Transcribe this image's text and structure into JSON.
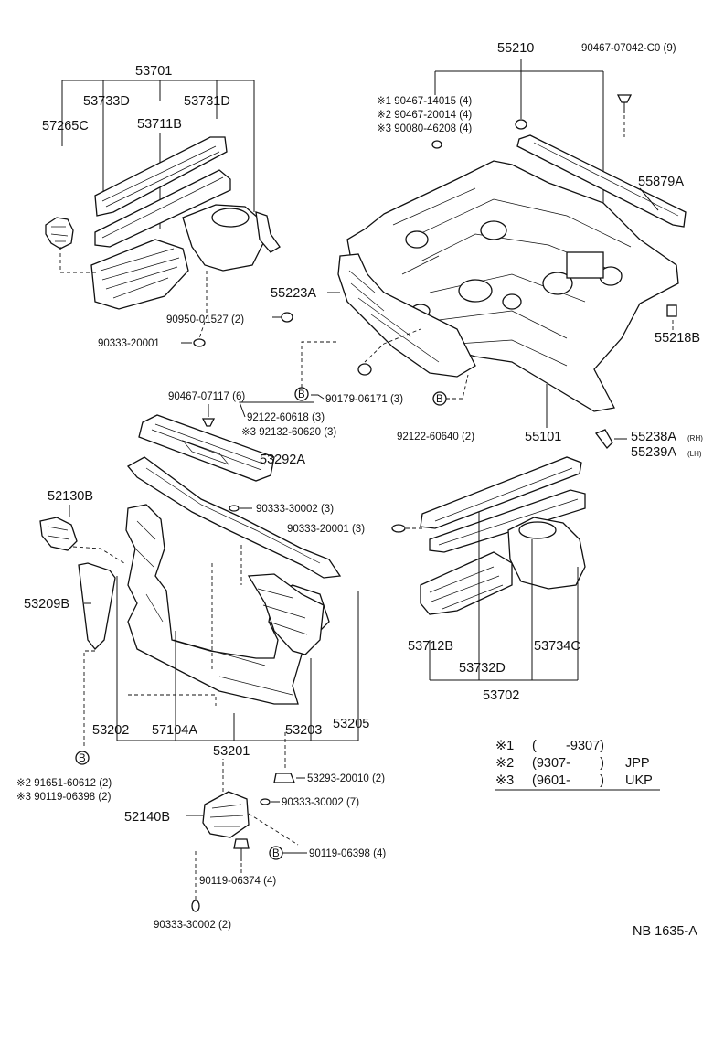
{
  "diagram_id": "NB 1635-A",
  "parts": {
    "p53701": "53701",
    "p53733D": "53733D",
    "p53731D": "53731D",
    "p57265C": "57265C",
    "p53711B": "53711B",
    "p55210": "55210",
    "p90467_07042": "90467-07042-C0 (9)",
    "n1_label": "※1 90467-14015 (4)",
    "n2_label": "※2 90467-20014 (4)",
    "n3_label": "※3 90080-46208 (4)",
    "p55879A": "55879A",
    "p55223A": "55223A",
    "p90950": "90950-01527 (2)",
    "p55218B": "55218B",
    "p90333_20001a": "90333-20001",
    "p90467_07117": "90467-07117 (6)",
    "p90179": "90179-06171 (3)",
    "p92122_60618": "92122-60618 (3)",
    "p92132_60620": "※3 92132-60620 (3)",
    "p92122_60640": "92122-60640 (2)",
    "p55101": "55101",
    "p55238A": "55238A",
    "p55238A_sub": "(RH)",
    "p55239A": "55239A",
    "p55239A_sub": "(LH)",
    "p53292A": "53292A",
    "p52130B": "52130B",
    "p90333_30002a": "90333-30002 (3)",
    "p90333_20001b": "90333-20001 (3)",
    "p53209B": "53209B",
    "p53712B": "53712B",
    "p53734C": "53734C",
    "p53732D": "53732D",
    "p53702": "53702",
    "p53202": "53202",
    "p57104A": "57104A",
    "p53203": "53203",
    "p53205": "53205",
    "p53201": "53201",
    "p91651": "※2 91651-60612 (2)",
    "p90119_06398a": "※3 90119-06398 (2)",
    "p53293": "53293-20010 (2)",
    "p90333_30002b": "90333-30002 (7)",
    "p52140B": "52140B",
    "p90119_06398b": "90119-06398 (4)",
    "p90119_06374": "90119-06374 (4)",
    "p90333_30002c": "90333-30002 (2)",
    "b_marker": "B"
  },
  "legend": {
    "rows": [
      {
        "mark": "※1",
        "range": "(        -9307)",
        "code": ""
      },
      {
        "mark": "※2",
        "range": "(9307-        )",
        "code": "JPP"
      },
      {
        "mark": "※3",
        "range": "(9601-        )",
        "code": "UKP"
      }
    ]
  }
}
